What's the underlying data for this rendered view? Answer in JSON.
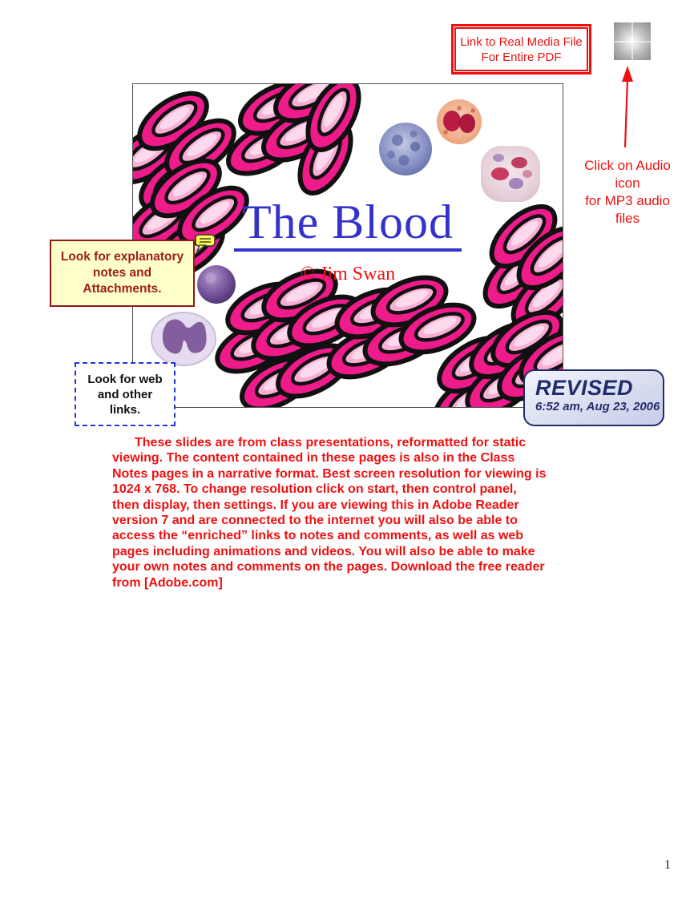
{
  "page": {
    "number": "1"
  },
  "media_link_box": {
    "lines": [
      "Link to Real Media File",
      "For Entire PDF"
    ]
  },
  "audio_callout": {
    "icon": "audio-file-icon",
    "caption_lines": [
      "Click on Audio",
      "icon",
      "for MP3 audio",
      "files"
    ]
  },
  "slide": {
    "title": "The Blood",
    "byline": "© Jim Swan",
    "illustration_cells": [
      "red-blood-cell-rouleaux",
      "neutrophil-micrograph",
      "eosinophil-micrograph",
      "granulocyte-micrograph",
      "lymphocyte-micrograph",
      "monocyte-micrograph"
    ]
  },
  "notes_callout": {
    "lines": [
      "Look for explanatory",
      "notes and",
      "Attachments."
    ]
  },
  "links_callout": {
    "lines": [
      "Look for web",
      "and other",
      "links."
    ]
  },
  "revised_badge": {
    "label": "REVISED",
    "timestamp": "6:52 am, Aug 23, 2006"
  },
  "paragraph": {
    "lines": [
      "These slides are from class presentations, reformatted for static",
      "viewing. The content contained in these pages is also in the Class",
      "Notes pages in a narrative format. Best screen resolution for viewing is",
      "1024 x 768. To change resolution click on start, then control panel,",
      "then display, then settings. If you are viewing this in Adobe Reader",
      "version 7 and are connected to the internet you will also be able to",
      "access the “enriched” links to notes and comments, as well as web",
      "pages including animations and videos. You will also be able to make",
      "your own notes and comments on the pages. Download the free reader"
    ],
    "footer_prefix": "from ",
    "adobe_link": "[Adobe.com]"
  },
  "colors": {
    "accent_red": "#ee1111",
    "title_blue": "#3333cc",
    "note_border_red": "#8d1a1a",
    "note_bg_yellow": "#ffffca",
    "revised_navy": "#232c6b",
    "dashed_blue": "#2233dd",
    "rbc_pink": "#ef1b8b"
  }
}
